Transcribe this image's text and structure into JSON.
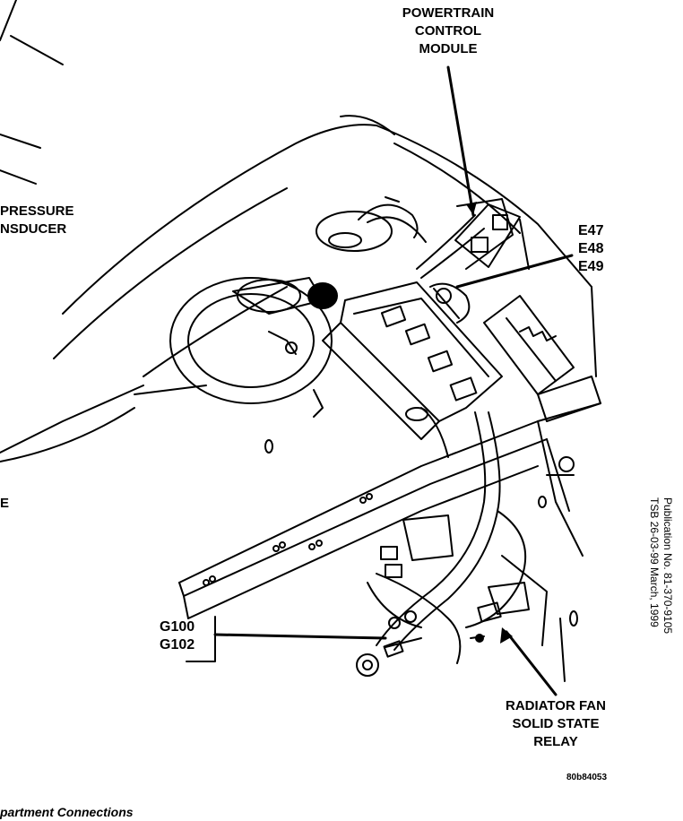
{
  "labels": {
    "pcm": [
      "POWERTRAIN",
      "CONTROL",
      "MODULE"
    ],
    "pressure_transducer": [
      "PRESSURE",
      "NSDUCER"
    ],
    "e_codes": [
      "E47",
      "E48",
      "E49"
    ],
    "g_codes": [
      "G100",
      "G102"
    ],
    "fan_relay": [
      "RADIATOR FAN",
      "SOLID STATE",
      "RELAY"
    ],
    "left_fragment": "E",
    "figure_id": "80b84053",
    "caption_fragment": "partment Connections"
  },
  "publication": {
    "line1": "Publication No. 81-370-9105",
    "line2": "TSB 26-03-99      March, 1999"
  }
}
